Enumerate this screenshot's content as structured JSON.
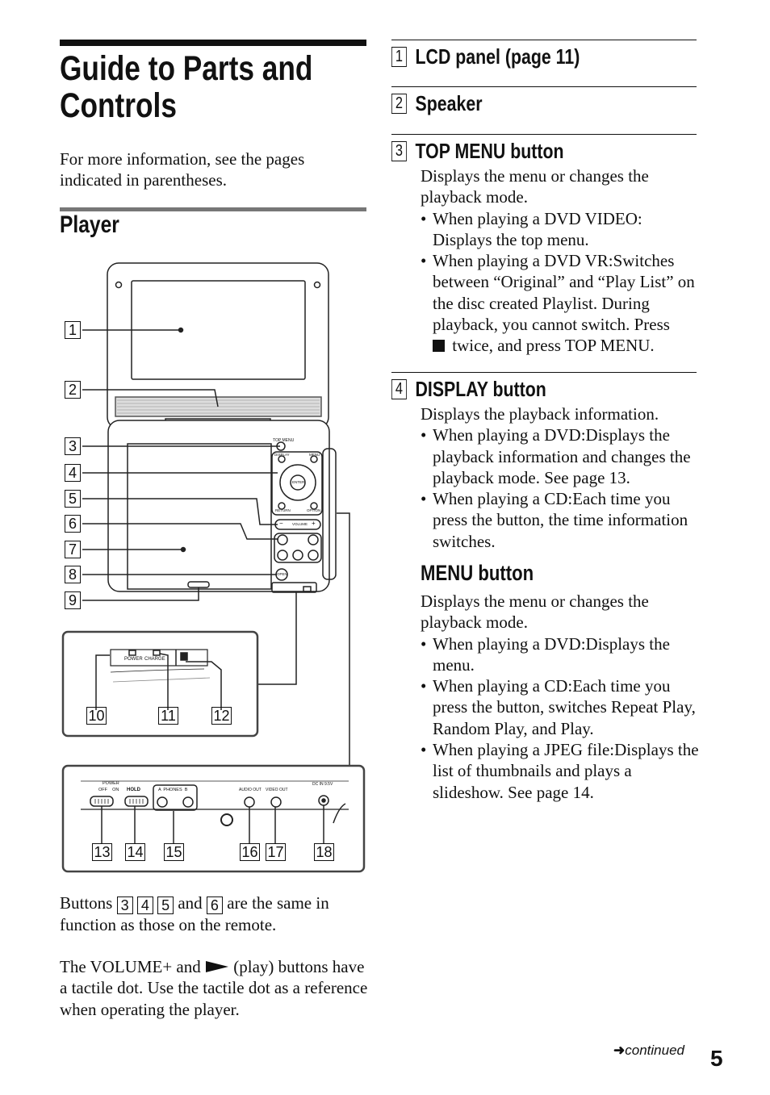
{
  "page_title_line1": "Guide to Parts and",
  "page_title_line2": "Controls",
  "intro_text": "For more information, see the pages indicated in parentheses.",
  "section_heading": "Player",
  "callouts": [
    "1",
    "2",
    "3",
    "4",
    "5",
    "6",
    "7",
    "8",
    "9",
    "10",
    "11",
    "12",
    "13",
    "14",
    "15",
    "16",
    "17",
    "18"
  ],
  "device_labels": {
    "top_menu": "TOP MENU",
    "display": "DISPLAY",
    "menu": "MENU",
    "enter": "ENTER",
    "return": "RETURN",
    "option": "OPTION",
    "volume": "VOLUME",
    "vol_minus": "−",
    "vol_plus": "+",
    "open": "OPEN",
    "power": "POWER",
    "charge": "CHARGE",
    "power_switch": "POWER",
    "off_on": "OFF    ON",
    "hold": "HOLD",
    "phones": "A  PHONES  B",
    "audio_out": "AUDIO OUT",
    "video_out": "VIDEO OUT",
    "dc_in": "DC IN 9.5V"
  },
  "sections": [
    {
      "num": "1",
      "heading": "LCD panel (page 11)"
    },
    {
      "num": "2",
      "heading": "Speaker"
    },
    {
      "num": "3",
      "heading": "TOP MENU button",
      "desc": "Displays the menu or changes the playback mode.",
      "bullets": [
        "When playing a DVD VIDEO: Displays the top menu.",
        "When playing a DVD VR:Switches between “Original” and “Play List” on the disc created Playlist. During playback, you cannot switch. Press",
        "twice, and press TOP MENU."
      ]
    },
    {
      "num": "4",
      "heading": "DISPLAY button",
      "desc": "Displays the playback information.",
      "bullets": [
        "When playing a DVD:Displays the playback information and changes the playback mode. See page 13.",
        "When playing a CD:Each time you press the button, the time information switches."
      ]
    }
  ],
  "menu_button": {
    "heading": "MENU button",
    "desc": "Displays the menu or changes the playback mode.",
    "bullets": [
      "When playing a DVD:Displays the menu.",
      "When playing a CD:Each time you press the button, switches Repeat Play, Random Play, and Play.",
      "When playing a JPEG file:Displays the list of thumbnails and plays a slideshow. See page 14."
    ]
  },
  "note1": {
    "prefix": "Buttons",
    "n1": "3",
    "n2": "4",
    "n3": "5",
    "and": "and",
    "n4": "6",
    "suffix": "are the same in function as those on the remote."
  },
  "note2": {
    "part1": "The VOLUME+ and",
    "part2": "(play) buttons have a tactile dot. Use the tactile dot as a reference when operating the player."
  },
  "continued": "continued",
  "page_number": "5"
}
